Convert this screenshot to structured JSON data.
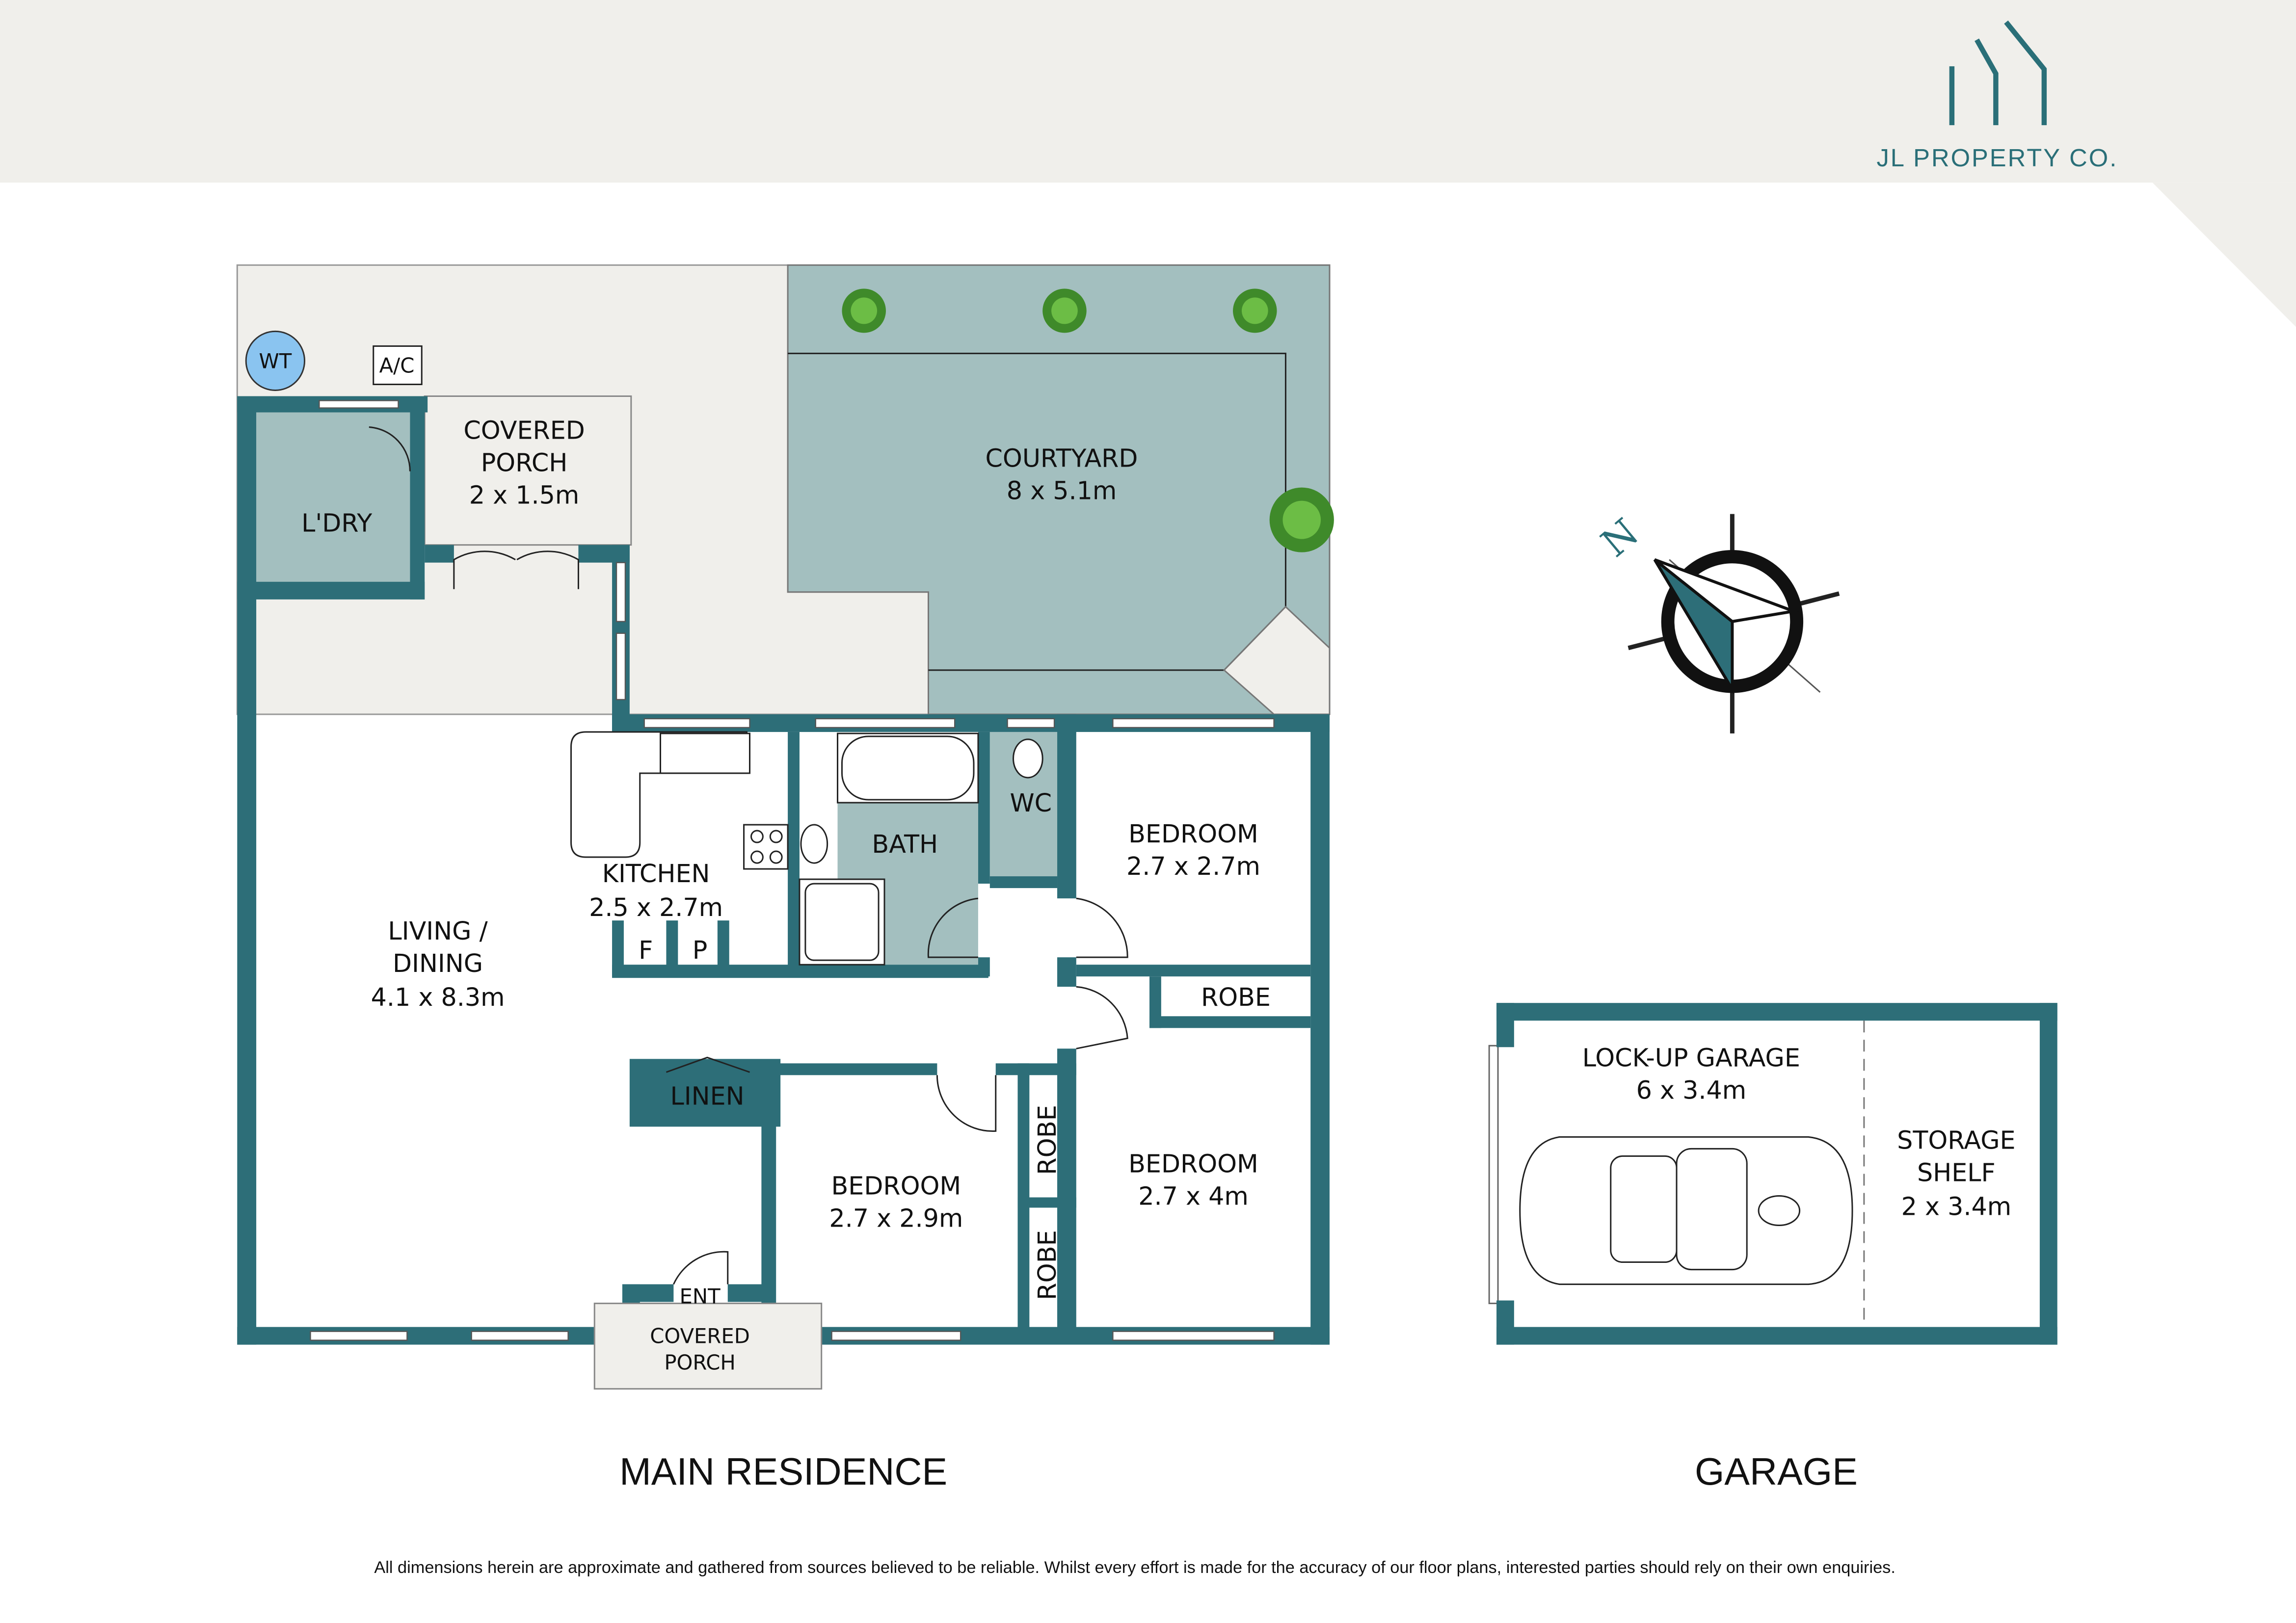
{
  "brand": {
    "name": "JL PROPERTY CO.",
    "color": "#2a6f78"
  },
  "colors": {
    "wall": "#2d6e78",
    "courtyard": "#a3bfbf",
    "wet_area": "#a3bfbf",
    "background": "#f0efeb",
    "water_tank": "#8ac4f0"
  },
  "compass": {
    "north_label": "N"
  },
  "fixtures": {
    "water_tank": "WT",
    "air_conditioner": "A/C"
  },
  "main_residence": {
    "title": "MAIN RESIDENCE",
    "rooms": {
      "covered_porch_rear": {
        "name": [
          "COVERED",
          "PORCH"
        ],
        "size": "2 x 1.5m"
      },
      "laundry": {
        "name": "L'DRY"
      },
      "courtyard": {
        "name": "COURTYARD",
        "size": "8 x 5.1m"
      },
      "kitchen": {
        "name": "KITCHEN",
        "size": "2.5 x 2.7m",
        "fridge": "F",
        "pantry": "P"
      },
      "bath": {
        "name": "BATH"
      },
      "wc": {
        "name": "WC"
      },
      "bedroom_1": {
        "name": "BEDROOM",
        "size": "2.7 x 2.7m",
        "robe": "ROBE"
      },
      "living_dining": {
        "name": [
          "LIVING /",
          "DINING"
        ],
        "size": "4.1 x 8.3m"
      },
      "linen": {
        "name": "LINEN"
      },
      "bedroom_2": {
        "name": "BEDROOM",
        "size": "2.7 x 2.9m",
        "robe": "ROBE"
      },
      "bedroom_3": {
        "name": "BEDROOM",
        "size": "2.7 x 4m",
        "robe": "ROBE"
      },
      "entry": {
        "name": "ENT"
      },
      "covered_porch_front": {
        "name": [
          "COVERED",
          "PORCH"
        ]
      }
    }
  },
  "garage": {
    "title": "GARAGE",
    "lockup": {
      "name": "LOCK-UP GARAGE",
      "size": "6 x 3.4m"
    },
    "storage": {
      "name": [
        "STORAGE",
        "SHELF"
      ],
      "size": "2 x 3.4m"
    }
  },
  "disclaimer": "All dimensions herein are approximate and gathered from sources believed to be reliable. Whilst every effort is made for the accuracy of our floor plans, interested parties should rely on their own enquiries."
}
